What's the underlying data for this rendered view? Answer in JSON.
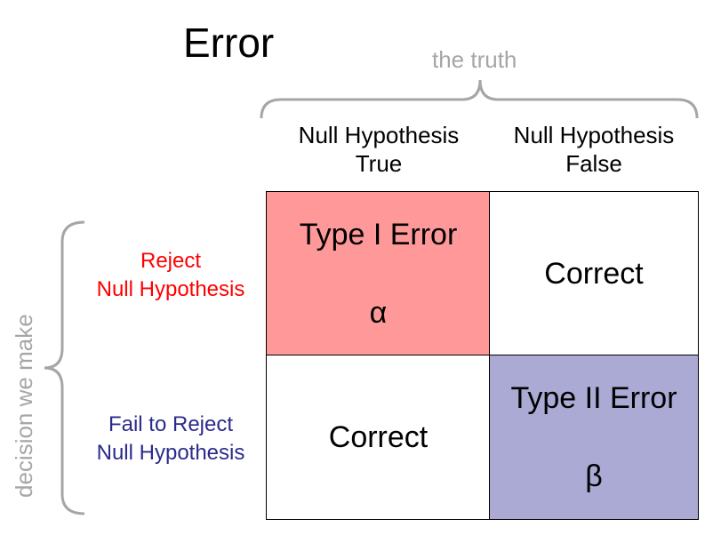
{
  "title": "Error",
  "truth_label": "the truth",
  "decision_label": "decision we make",
  "columns": [
    {
      "line1": "Null Hypothesis",
      "line2": "True"
    },
    {
      "line1": "Null Hypothesis",
      "line2": "False"
    }
  ],
  "rows": [
    {
      "line1": "Reject",
      "line2": "Null Hypothesis",
      "color": "#ff0000"
    },
    {
      "line1": "Fail to Reject",
      "line2": "Null Hypothesis",
      "color": "#2b2b8c"
    }
  ],
  "cells": [
    {
      "line1": "Type I Error",
      "line2": "α",
      "fill": "#ff9999"
    },
    {
      "line1": "Correct",
      "line2": "",
      "fill": "#ffffff"
    },
    {
      "line1": "Correct",
      "line2": "",
      "fill": "#ffffff"
    },
    {
      "line1": "Type II Error",
      "line2": "β",
      "fill": "#aaaad4"
    }
  ],
  "colors": {
    "label_gray": "#a6a6a6"
  }
}
